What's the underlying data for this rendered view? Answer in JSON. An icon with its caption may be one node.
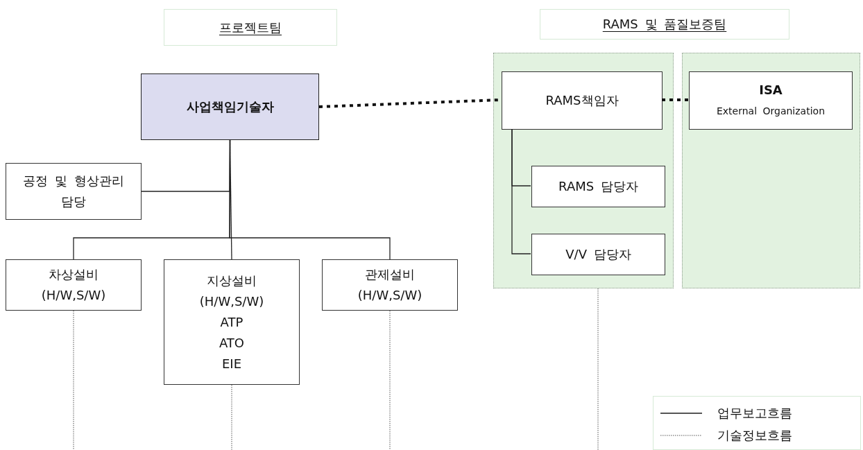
{
  "diagram": {
    "nodes": [
      {
        "text": [
          "프로젝트팀"
        ]
      },
      {
        "text": [
          "RAMS 및 품질보증팀"
        ]
      },
      {
        "text": [
          "사업책임기술자"
        ]
      },
      {
        "text": [
          "공정 및 형상관리 담당"
        ]
      },
      {
        "text": [
          "차상설비",
          "(H/W,S/W)"
        ]
      },
      {
        "text": [
          "지상설비",
          "(H/W,S/W)",
          "ATP",
          "ATO",
          "EIE"
        ]
      },
      {
        "text": [
          "관제설비",
          "(H/W,S/W)"
        ]
      },
      {
        "text": [],
        "shape": "box"
      },
      {
        "text": [
          "RAMS책임자"
        ],
        "in": 7
      },
      {
        "text": [
          "RAMS 담당자"
        ],
        "in": 7
      },
      {
        "text": [
          "V/V 담당자"
        ],
        "in": 7
      },
      {
        "text": [],
        "shape": "box"
      },
      {
        "text": [
          "ISA",
          "External Organization"
        ],
        "in": 11
      }
    ],
    "edges": [
      {
        "from": 2,
        "to": 8,
        "arrow": "none",
        "style": "dashed"
      },
      {
        "from": 8,
        "to": 12,
        "arrow": "none",
        "style": "dashed"
      },
      {
        "from": 2,
        "to": 3,
        "arrow": "none"
      },
      {
        "from": 2,
        "to": 4,
        "arrow": "none"
      },
      {
        "from": 2,
        "to": 5,
        "arrow": "none"
      },
      {
        "from": 2,
        "to": 6,
        "arrow": "none"
      },
      {
        "from": 8,
        "to": 9,
        "arrow": "none"
      },
      {
        "from": 8,
        "to": 10,
        "arrow": "none"
      },
      {
        "from": 4,
        "to": null,
        "arrow": "none",
        "style": "dashed"
      },
      {
        "from": 5,
        "to": null,
        "arrow": "none",
        "style": "dashed"
      },
      {
        "from": 6,
        "to": null,
        "arrow": "none",
        "style": "dashed"
      },
      {
        "from": 7,
        "to": null,
        "arrow": "none",
        "style": "dashed"
      }
    ],
    "legend": [
      {
        "text": "업무보고흐름"
      },
      {
        "text": "기술정보흐름"
      }
    ]
  }
}
